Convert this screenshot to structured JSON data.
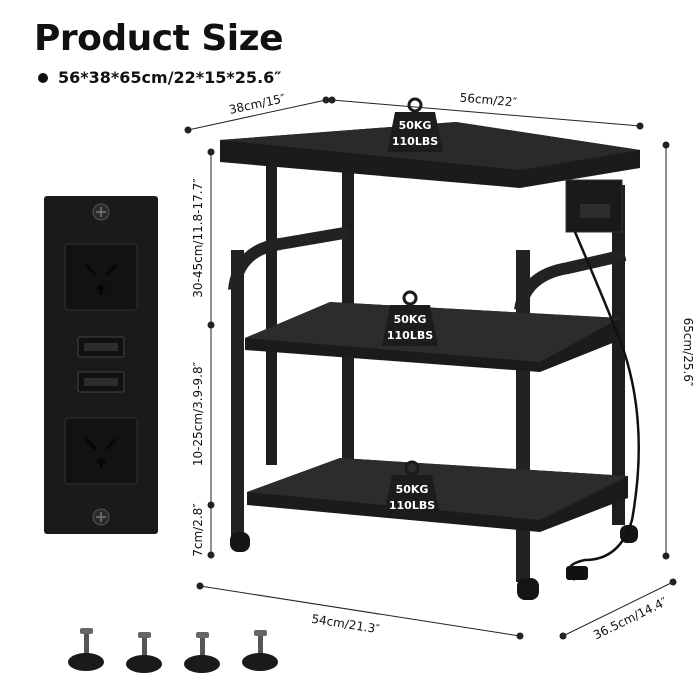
{
  "header": {
    "title": "Product Size",
    "spec": "56*38*65cm/22*15*25.6″"
  },
  "dimensions": {
    "depth_top": "38cm/15″",
    "width_top": "56cm/22″",
    "height_total": "65cm/25.6″",
    "upper_gap": "30-45cm/11.8-17.7″",
    "middle_gap": "10-25cm/3.9-9.8″",
    "bottom_clearance": "7cm/2.8″",
    "width_bottom": "54cm/21.3″",
    "depth_bottom": "36.5cm/14.4″"
  },
  "weight_tags": [
    {
      "kg": "50KG",
      "lbs": "110LBS"
    },
    {
      "kg": "50KG",
      "lbs": "110LBS"
    },
    {
      "kg": "50KG",
      "lbs": "110LBS"
    }
  ],
  "icons": {
    "outlet_panel": "power-strip-icon",
    "feet": "adjustable-foot-icon",
    "weight": "weight-tag-icon"
  },
  "colors": {
    "product": "#1c1c1c",
    "accent": "#2b2b2b",
    "text": "#111111"
  }
}
